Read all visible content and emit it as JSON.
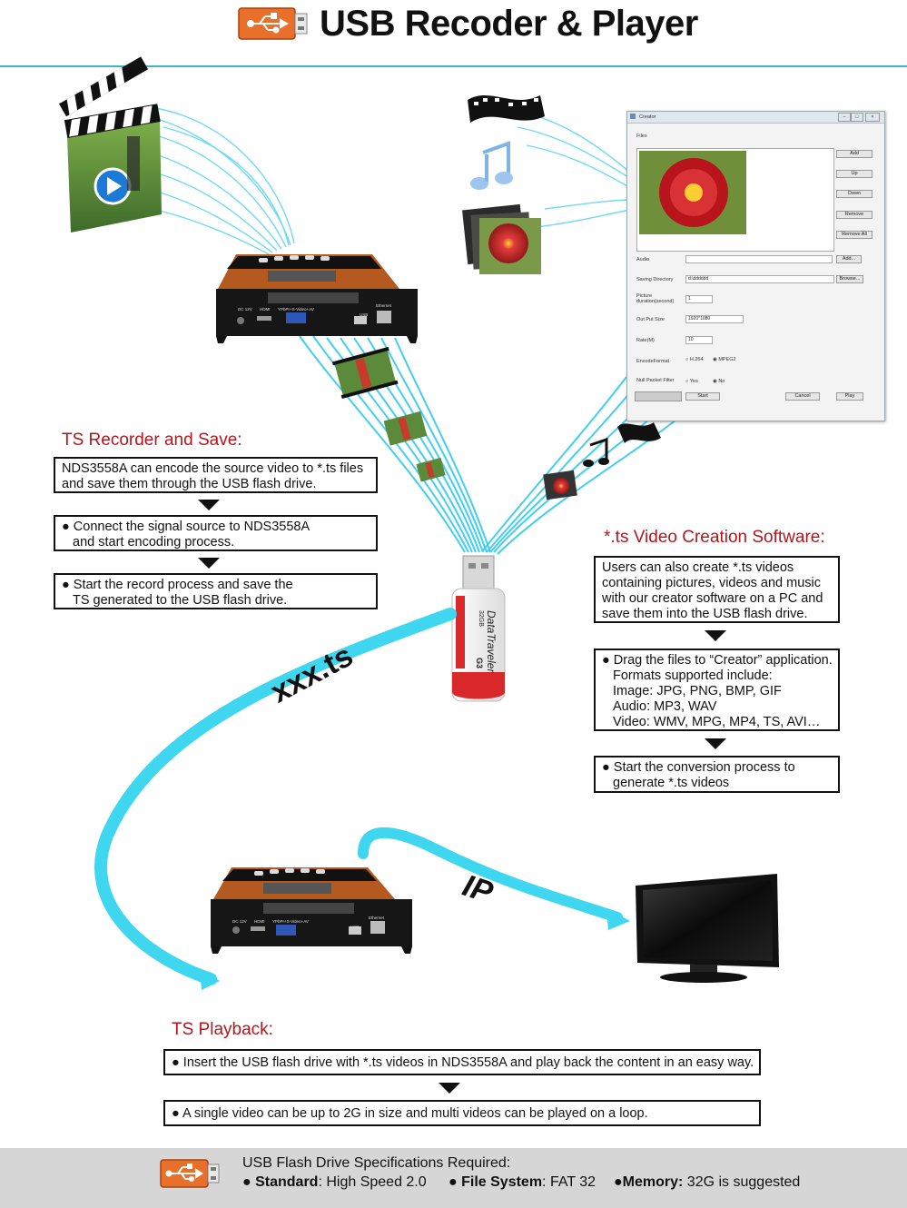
{
  "header": {
    "title": "USB Recoder & Player"
  },
  "recorder": {
    "heading": "TS Recorder and Save:",
    "steps": [
      [
        "NDS3558A can encode the source video to *.ts files",
        "and save them through the USB flash drive."
      ],
      [
        "● Connect the signal source to NDS3558A",
        "and start encoding process."
      ],
      [
        "● Start the record process and save the",
        "TS generated to the USB flash drive."
      ]
    ]
  },
  "creation": {
    "heading": "*.ts Video Creation Software:",
    "steps": [
      [
        "Users can also create *.ts videos",
        "containing pictures, videos and music",
        "with our creator software on a PC and",
        "save them into the USB flash drive."
      ],
      [
        "● Drag the files to “Creator” application.",
        "Formats supported include:",
        "Image: JPG, PNG, BMP, GIF",
        "Audio: MP3, WAV",
        "Video: WMV, MPG, MP4, TS, AVI…"
      ],
      [
        "● Start the conversion process to",
        "generate *.ts videos"
      ]
    ]
  },
  "playback": {
    "heading": "TS Playback:",
    "steps": [
      "● Insert the USB flash drive with *.ts videos in NDS3558A and play back the content in an easy way.",
      "● A single video can be up to 2G in size and multi videos can be played on a loop."
    ]
  },
  "arrows": {
    "file_label": "xxx.ts",
    "ip_label": "IP"
  },
  "usb_stick": {
    "brand": "DataTraveler",
    "capacity": "32GB",
    "model": "G3"
  },
  "device": {
    "port_labels": [
      "DC 12V",
      "HDMI",
      "YPbPr+S-Video+AV",
      "USB",
      "Ethernet"
    ]
  },
  "creator_window": {
    "title": "Creator",
    "files_label": "Files",
    "side_buttons": [
      "Add",
      "Up",
      "Down",
      "Remove",
      "Remove All"
    ],
    "audio_label": "Audio",
    "audio_button": "Add...",
    "saving_label": "Saving Directory",
    "saving_value": "d:\\dddddd",
    "browse_button": "Browse...",
    "picture_label": "Picture duration(second)",
    "picture_value": "1",
    "outsize_label": "Out Put Size",
    "outsize_value": "1920*1080",
    "rate_label": "Rate(M)",
    "rate_value": "10",
    "encode_label": "EncodeFormat",
    "encode_options": [
      "H.264",
      "MPEG2"
    ],
    "null_label": "Null Packet Filter",
    "null_options": [
      "Yes",
      "No"
    ],
    "bottom_buttons": [
      "Start",
      "Cancel",
      "Play"
    ]
  },
  "footer": {
    "line1": "USB Flash Drive Specifications Required:",
    "spec1_key": "Standard",
    "spec1_val": ": High Speed 2.0",
    "spec2_key": "File System",
    "spec2_val": ": FAT 32",
    "spec3_key": "Memory:",
    "spec3_val": " 32G is suggested"
  },
  "colors": {
    "accent_cyan": "#3fd6f0",
    "heading_red": "#b3161c",
    "usb_icon_orange": "#e8702a",
    "footer_gray": "#d6d6d6"
  }
}
